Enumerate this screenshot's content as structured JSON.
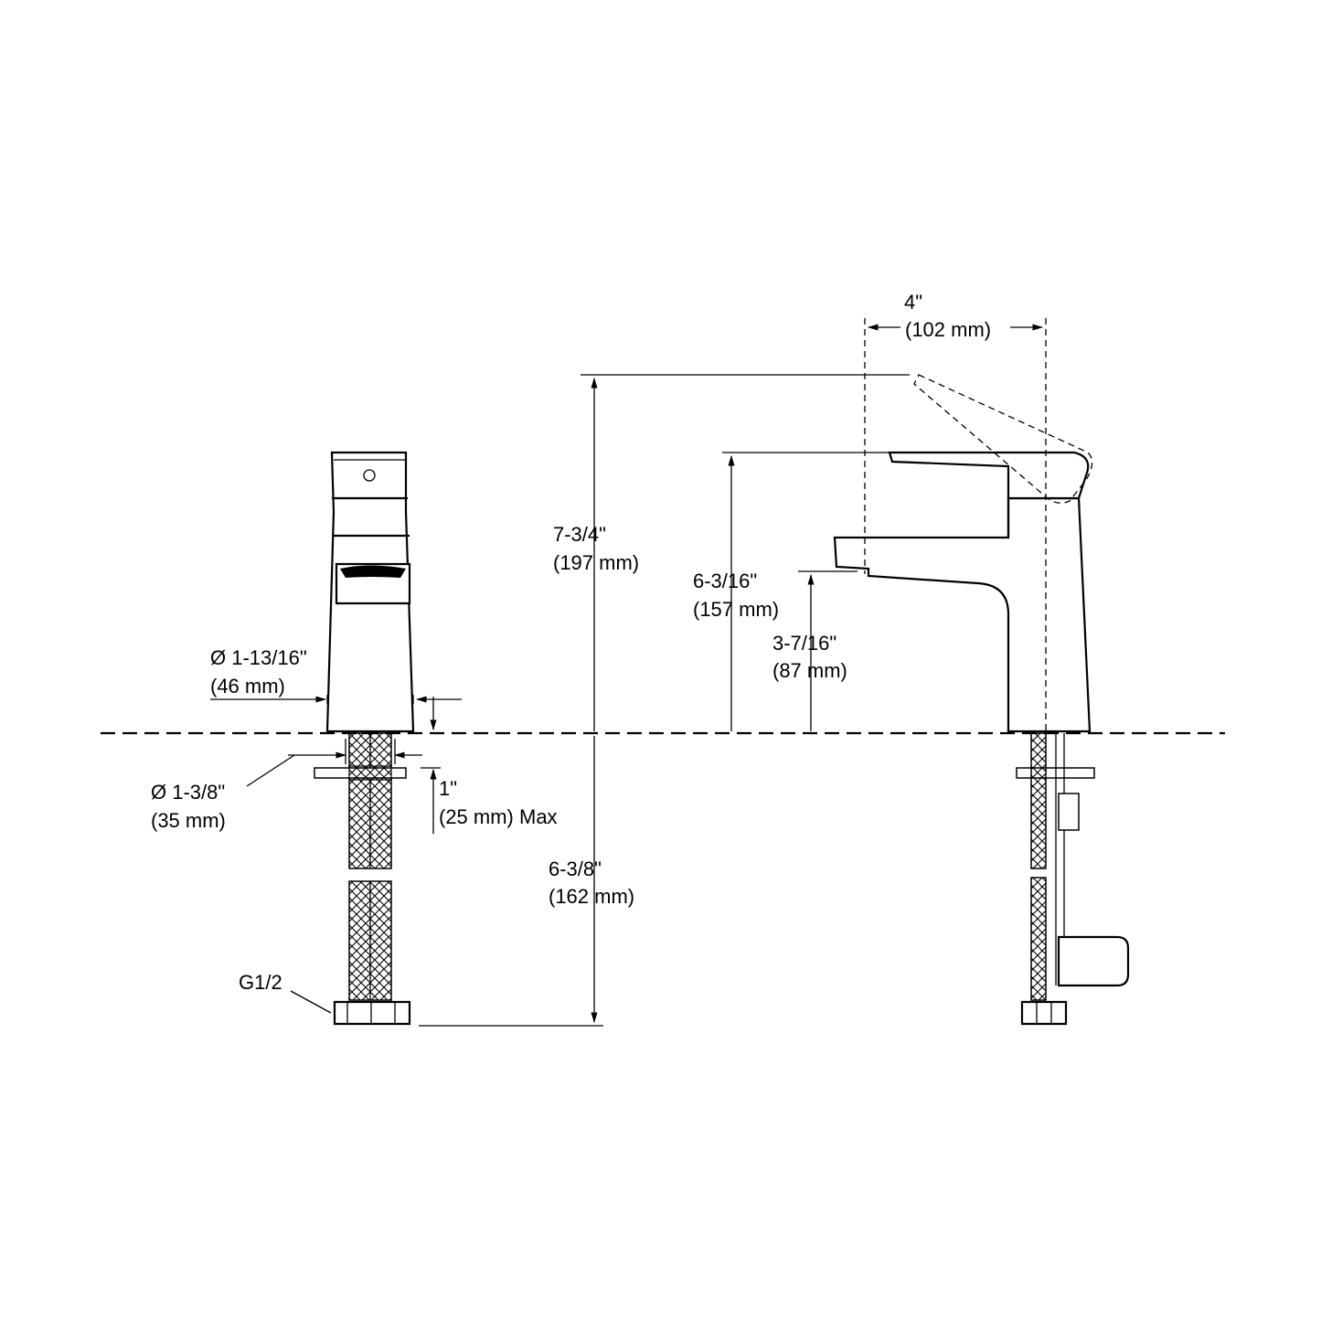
{
  "dims": {
    "spout_reach": {
      "imperial": "4\"",
      "metric": "(102 mm)"
    },
    "overall_height": {
      "imperial": "7-3/4\"",
      "metric": "(197 mm)"
    },
    "handle_height": {
      "imperial": "6-3/16\"",
      "metric": "(157 mm)"
    },
    "spout_height": {
      "imperial": "3-7/16\"",
      "metric": "(87 mm)"
    },
    "base_diameter": {
      "imperial": "Ø 1-13/16\"",
      "metric": "(46 mm)"
    },
    "shank_diameter": {
      "imperial": "Ø 1-3/8\"",
      "metric": "(35 mm)"
    },
    "deck_thickness": {
      "imperial": "1\"",
      "metric": "(25 mm) Max"
    },
    "below_deck": {
      "imperial": "6-3/8\"",
      "metric": "(162 mm)"
    },
    "connection": {
      "label": "G1/2"
    }
  }
}
